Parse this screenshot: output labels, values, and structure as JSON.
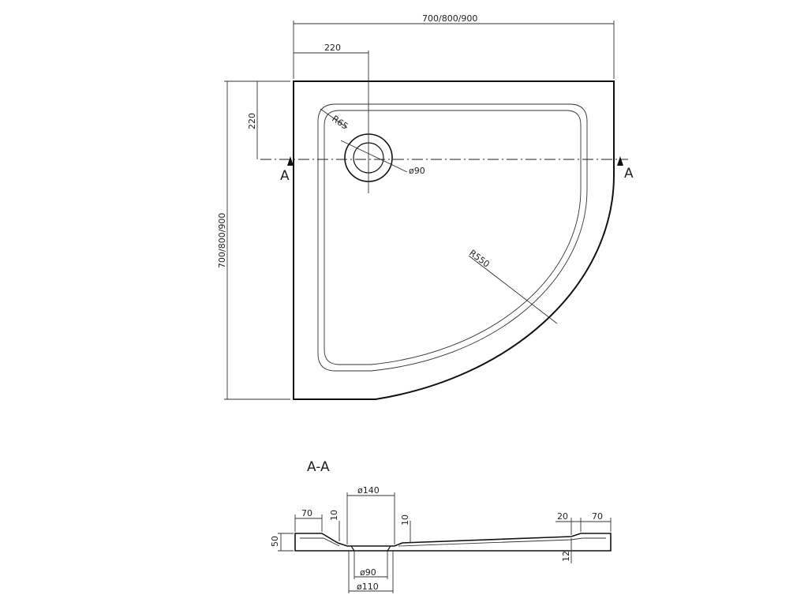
{
  "plan_view": {
    "dims": {
      "top_width": "700/800/900",
      "top_offset": "220",
      "left_height": "700/800/900",
      "left_offset": "220",
      "corner_radius": "R65",
      "drain_diameter": "ø90",
      "arc_radius": "R550"
    },
    "section_marker": "A"
  },
  "section_view": {
    "title": "A-A",
    "dims": {
      "outer_drain": "ø140",
      "left_rim": "70",
      "left_step": "10",
      "drain_step": "10",
      "height": "50",
      "right_step": "20",
      "right_rim": "70",
      "right_depth": "12",
      "drain_inner": "ø90",
      "drain_outer": "ø110"
    }
  }
}
